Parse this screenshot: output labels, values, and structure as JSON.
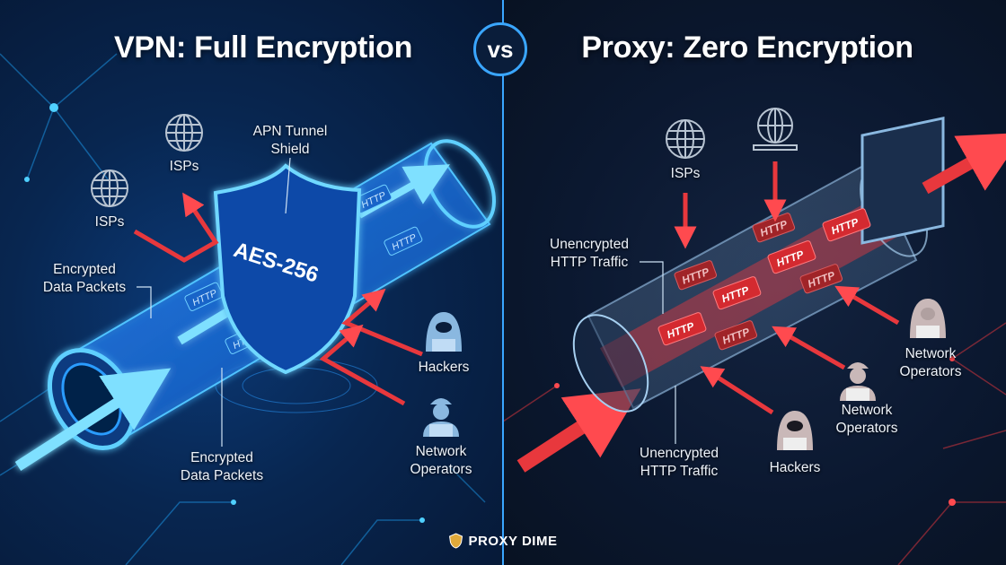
{
  "header": {
    "left_title": "VPN: Full Encryption",
    "vs_label": "vs",
    "right_title": "Proxy: Zero Encryption"
  },
  "vpn": {
    "shield_label": "APN Tunnel\nShield",
    "shield_text": "AES-256",
    "labels": {
      "isps_top": "ISPs",
      "isps_left": "ISPs",
      "encrypted_packets_left": "Encrypted\nData Packets",
      "encrypted_packets_bottom": "Encrypted\nData Packets",
      "hackers": "Hackers",
      "network_operators": "Network\nOperators"
    },
    "packet_label": "HTTP",
    "accent_color": "#3aa6ff",
    "threat_color": "#e8383d"
  },
  "proxy": {
    "labels": {
      "isps": "ISPs",
      "unencrypted_left": "Unencrypted\nHTTP Traffic",
      "unencrypted_bottom": "Unencrypted\nHTTP Traffic",
      "hackers": "Hackers",
      "network_operators_mid": "Network\nOperators",
      "network_operators_right": "Network\nOperators"
    },
    "packet_label": "HTTP",
    "traffic_color": "#e8383d"
  },
  "brand": {
    "logo_text": "PROXY DIME",
    "icon": "shield-icon"
  }
}
